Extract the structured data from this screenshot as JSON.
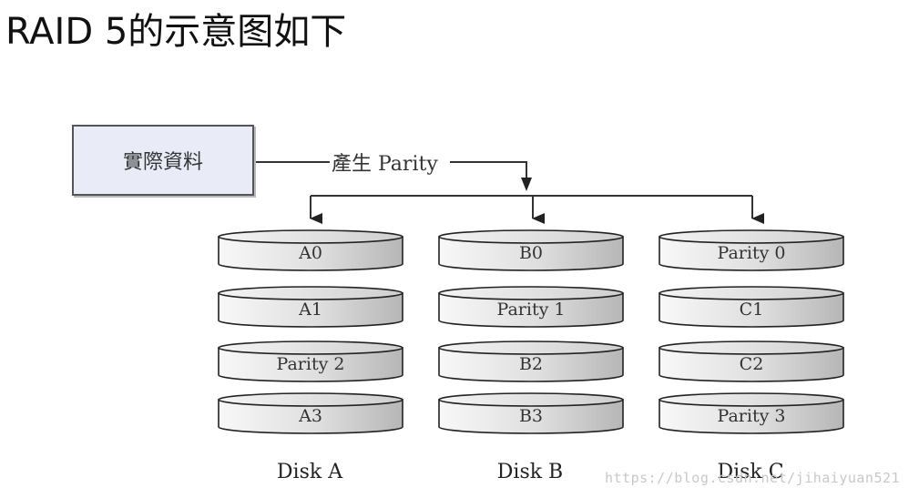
{
  "title": "RAID 5的示意图如下",
  "source": {
    "label": "實際資料"
  },
  "parity_label": "產生 Parity",
  "disks": [
    {
      "name": "Disk A",
      "blocks": [
        "A0",
        "A1",
        "Parity 2",
        "A3"
      ]
    },
    {
      "name": "Disk B",
      "blocks": [
        "B0",
        "Parity 1",
        "B2",
        "B3"
      ]
    },
    {
      "name": "Disk C",
      "blocks": [
        "Parity 0",
        "C1",
        "C2",
        "Parity 3"
      ]
    }
  ],
  "watermark": "https://blog.csdn.net/jihaiyuan521",
  "colors": {
    "source_fill": "#e9ecf7",
    "block_fill_light": "#f7f7f7",
    "block_fill_dark": "#b9b9b9",
    "line": "#333333"
  }
}
